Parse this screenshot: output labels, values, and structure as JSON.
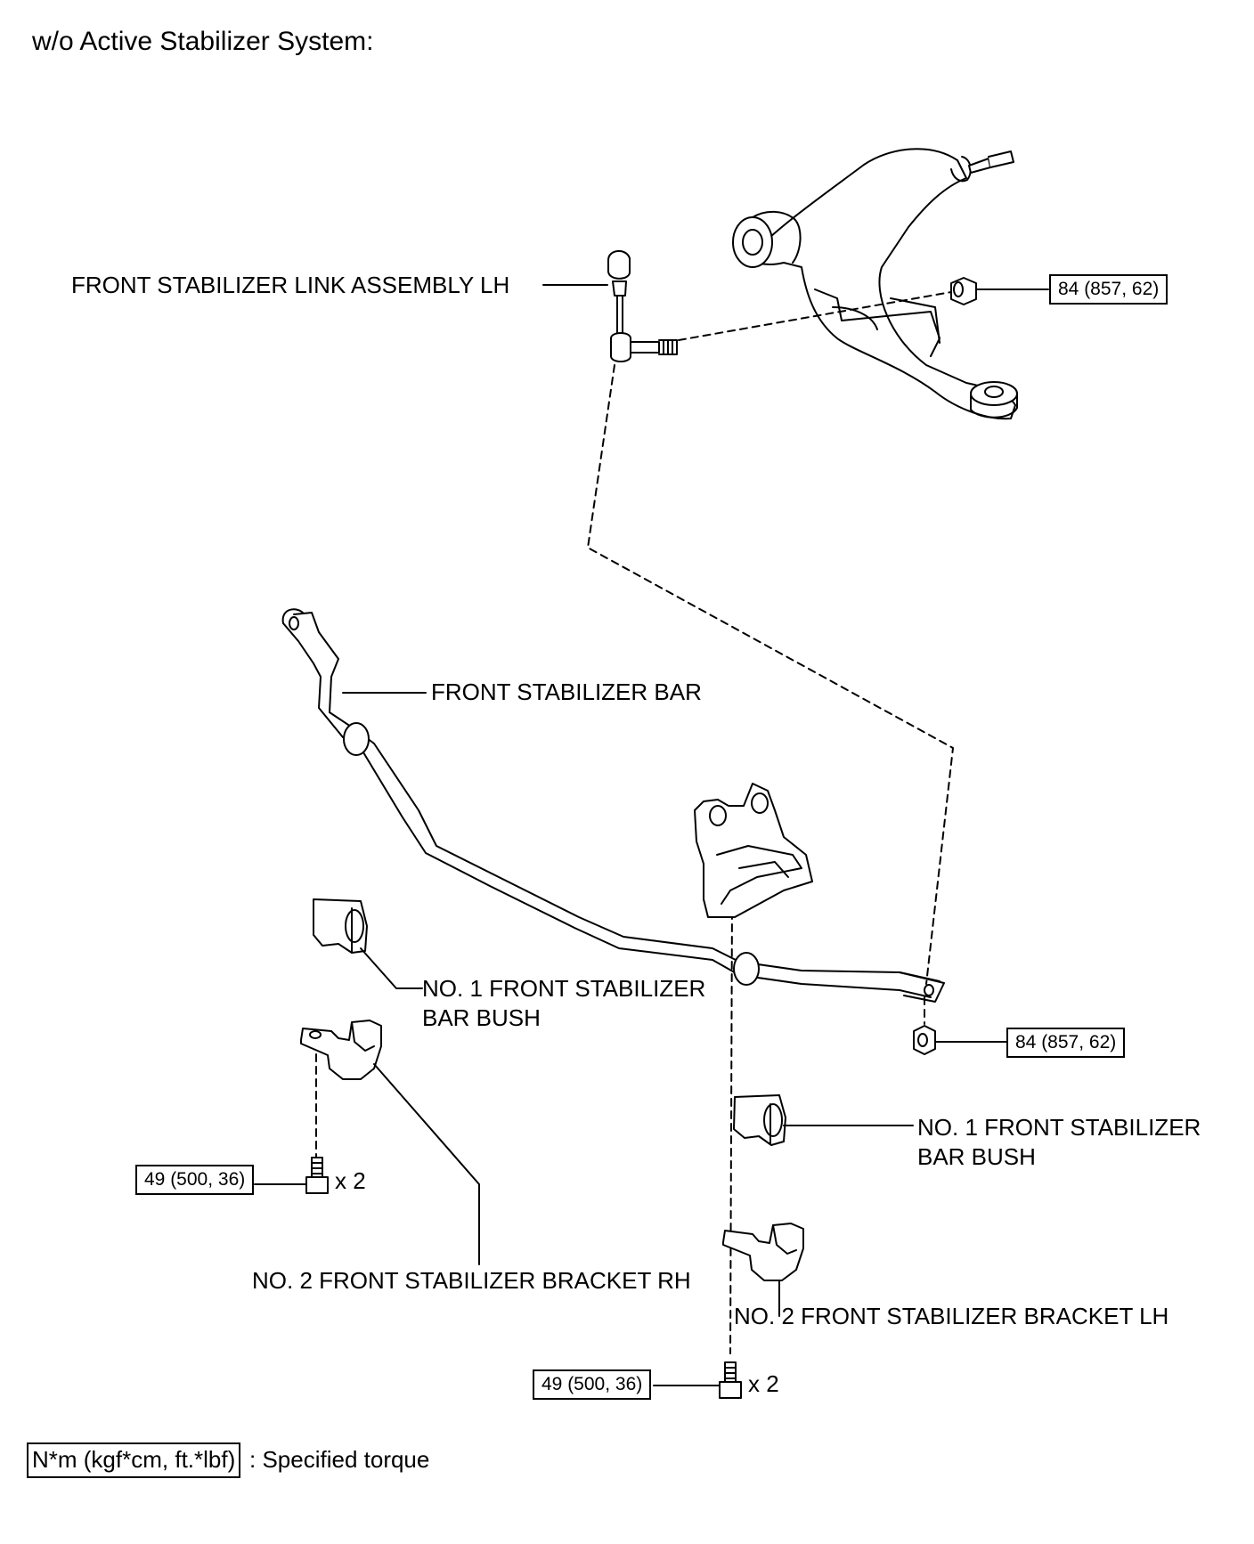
{
  "header": {
    "title": "w/o Active Stabilizer System:"
  },
  "labels": {
    "link_assembly": "FRONT STABILIZER LINK ASSEMBLY LH",
    "stabilizer_bar": "FRONT STABILIZER BAR",
    "bush_left_line1": "NO. 1 FRONT STABILIZER",
    "bush_left_line2": "BAR BUSH",
    "bush_right_line1": "NO. 1 FRONT STABILIZER",
    "bush_right_line2": "BAR BUSH",
    "bracket_rh": "NO. 2 FRONT STABILIZER BRACKET RH",
    "bracket_lh": "NO. 2 FRONT STABILIZER BRACKET LH"
  },
  "torques": {
    "nut_upper": "84 (857, 62)",
    "nut_lower": "84 (857, 62)",
    "bolt_left": "49 (500, 36)",
    "bolt_right": "49 (500, 36)",
    "qty_left": "x 2",
    "qty_right": "x 2"
  },
  "legend": {
    "unit_box": "N*m (kgf*cm, ft.*lbf)",
    "description": ": Specified torque"
  }
}
